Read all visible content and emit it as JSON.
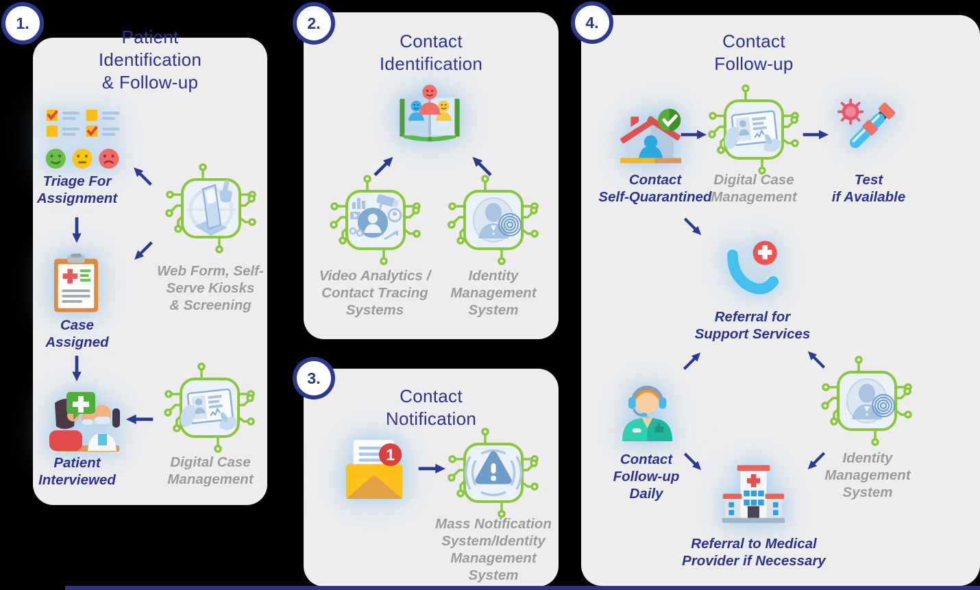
{
  "colors": {
    "accent_indigo": "#2E3192",
    "arrow": "#2B3990",
    "chip_green": "#8CC63F",
    "gray_label": "#9B9B9B",
    "panel_bg": "#EDEDEE"
  },
  "panels": [
    {
      "number": "1.",
      "title": "Patient\nIdentification\n& Follow-up",
      "steps": [
        {
          "label": "Triage For\nAssignment",
          "icon": "triage-checklist-icon"
        },
        {
          "label": "Case\nAssigned",
          "icon": "clipboard-case-icon"
        },
        {
          "label": "Patient\nInterviewed",
          "icon": "patient-interview-icon"
        }
      ],
      "systems": [
        {
          "label": "Web Form, Self-\nServe Kiosks\n& Screening",
          "icon": "kiosk-chip-icon"
        },
        {
          "label": "Digital Case\nManagement",
          "icon": "tablet-chip-icon"
        }
      ]
    },
    {
      "number": "2.",
      "title": "Contact\nIdentification",
      "steps": [
        {
          "label": "",
          "icon": "contacts-book-icon"
        }
      ],
      "systems": [
        {
          "label": "Video Analytics /\nContact Tracing\nSystems",
          "icon": "video-analytics-chip-icon"
        },
        {
          "label": "Identity\nManagement\nSystem",
          "icon": "identity-chip-icon"
        }
      ]
    },
    {
      "number": "3.",
      "title": "Contact\nNotification",
      "badge": "1",
      "steps": [
        {
          "label": "",
          "icon": "envelope-notification-icon"
        }
      ],
      "systems": [
        {
          "label": "Mass Notification\nSystem/Identity\nManagement\nSystem",
          "icon": "alert-chip-icon"
        }
      ]
    },
    {
      "number": "4.",
      "title": "Contact\nFollow-up",
      "steps": [
        {
          "label": "Contact\nSelf-Quarantined",
          "icon": "house-quarantine-icon"
        },
        {
          "label": "Test\nif Available",
          "icon": "test-tube-virus-icon"
        },
        {
          "label": "Referral for\nSupport Services",
          "icon": "phone-medical-icon"
        },
        {
          "label": "Contact\nFollow-up\nDaily",
          "icon": "headset-agent-icon"
        },
        {
          "label": "Referral to Medical\nProvider if Necessary",
          "icon": "hospital-icon"
        }
      ],
      "systems": [
        {
          "label": "Digital Case\nManagement",
          "icon": "tablet-chip-icon"
        },
        {
          "label": "Identity\nManagement\nSystem",
          "icon": "identity-chip-icon"
        }
      ]
    }
  ]
}
